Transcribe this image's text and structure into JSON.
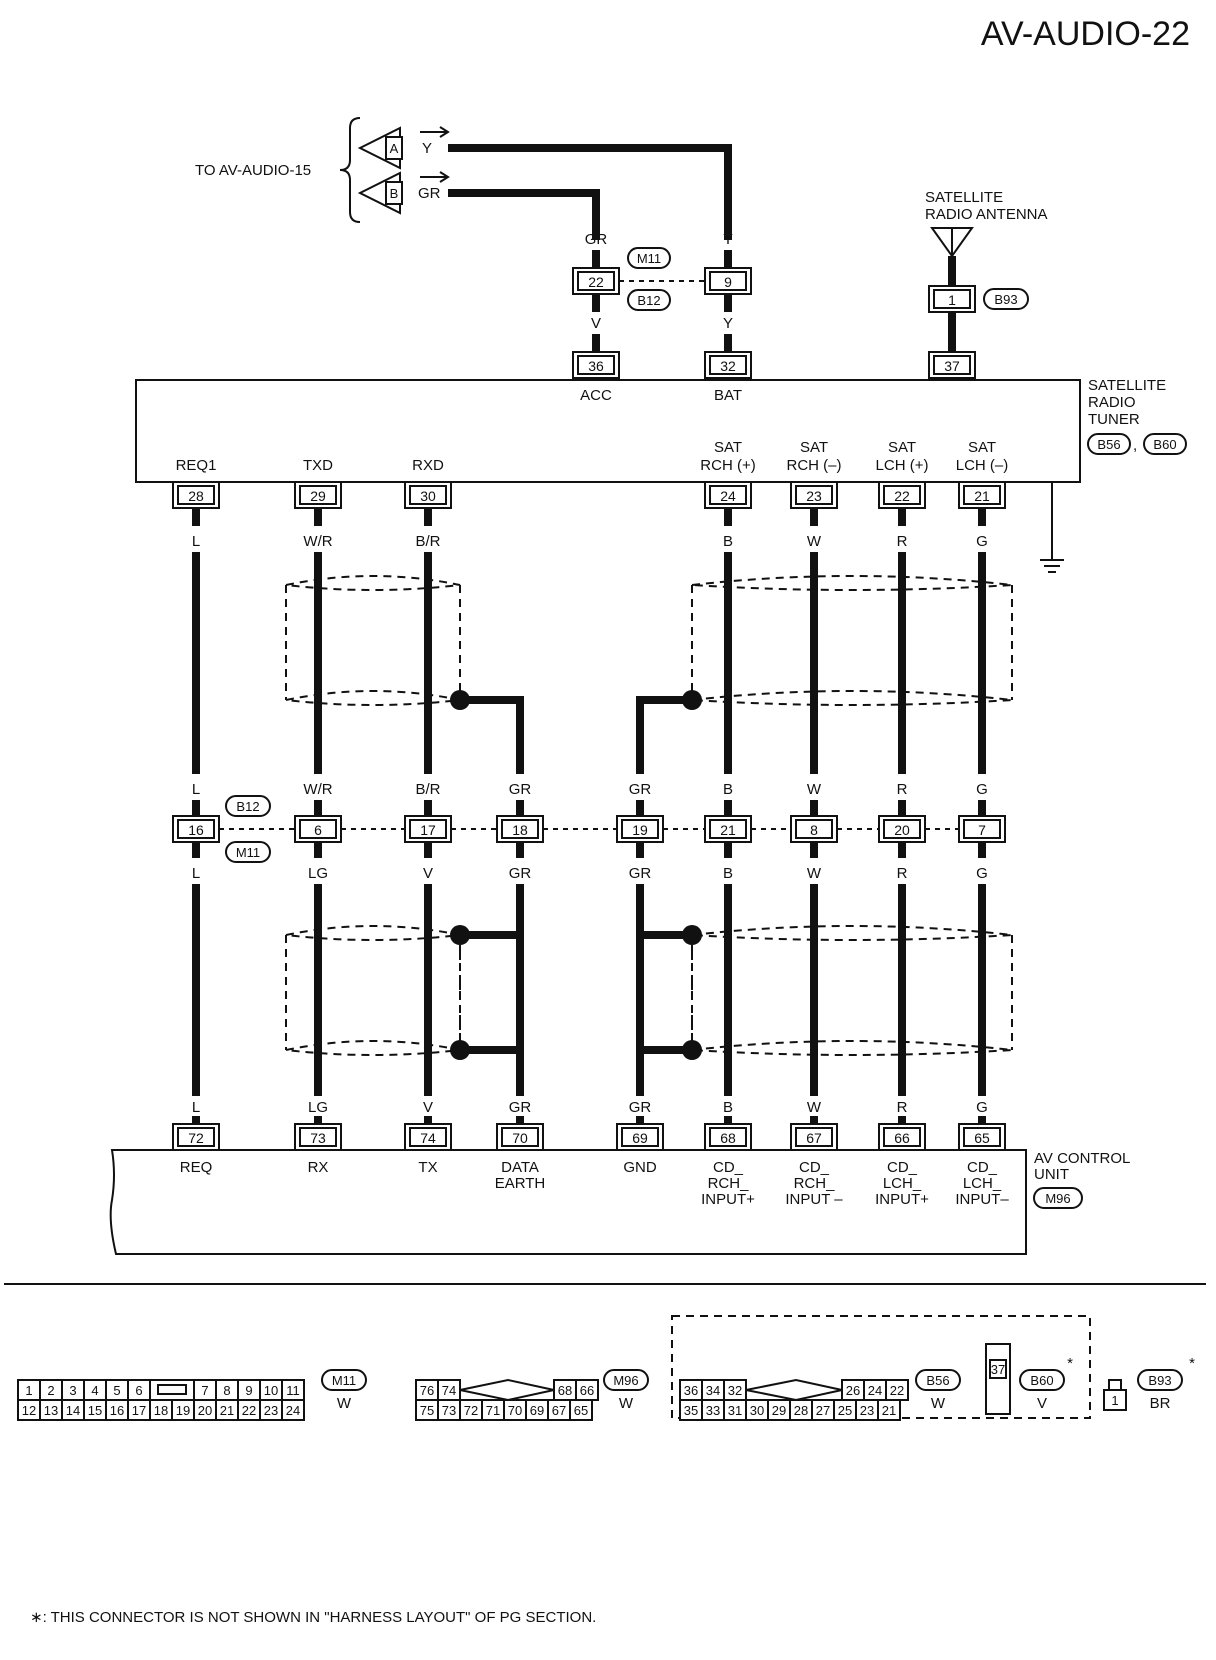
{
  "title": "AV-AUDIO-22",
  "top": {
    "to_ref": "TO AV-AUDIO-15",
    "term_a": "A",
    "term_b": "B",
    "wire_y": "Y",
    "wire_gr": "GR"
  },
  "sat_antenna": {
    "label1": "SATELLITE",
    "label2": "RADIO ANTENNA",
    "pin": "1",
    "conn": "B93"
  },
  "upper_joint": {
    "pin_left": "22",
    "pin_right": "9",
    "conn_top": "M11",
    "conn_bottom": "B12",
    "col1_top": "GR",
    "col1_bottom": "V",
    "col2_top": "Y",
    "col2_bottom": "Y"
  },
  "tuner": {
    "label1": "SATELLITE",
    "label2": "RADIO",
    "label3": "TUNER",
    "conn1": "B56",
    "conn2": "B60",
    "top_pins": [
      {
        "pin": "36",
        "name": "ACC"
      },
      {
        "pin": "32",
        "name": "BAT"
      },
      {
        "pin": "37",
        "name": ""
      }
    ],
    "bottom_pins": [
      {
        "pin": "28",
        "name1": "",
        "name2": "REQ1"
      },
      {
        "pin": "29",
        "name1": "",
        "name2": "TXD"
      },
      {
        "pin": "30",
        "name1": "",
        "name2": "RXD"
      },
      {
        "pin": "24",
        "name1": "SAT",
        "name2": "RCH (+)"
      },
      {
        "pin": "23",
        "name1": "SAT",
        "name2": "RCH (–)"
      },
      {
        "pin": "22",
        "name1": "SAT",
        "name2": "LCH (+)"
      },
      {
        "pin": "21",
        "name1": "SAT",
        "name2": "LCH (–)"
      }
    ]
  },
  "mid_joint": {
    "conn_top": "B12",
    "conn_bottom": "M11",
    "pins": [
      "16",
      "6",
      "17",
      "18",
      "19",
      "21",
      "8",
      "20",
      "7"
    ],
    "colors_upper": [
      "L",
      "W/R",
      "B/R",
      "GR",
      "GR",
      "B",
      "W",
      "R",
      "G"
    ],
    "colors_lower": [
      "L",
      "LG",
      "V",
      "GR",
      "GR",
      "B",
      "W",
      "R",
      "G"
    ]
  },
  "tuner_wire_colors": [
    "L",
    "W/R",
    "B/R",
    "B",
    "W",
    "R",
    "G"
  ],
  "av_unit": {
    "label1": "AV CONTROL",
    "label2": "UNIT",
    "conn": "M96",
    "wire_colors": [
      "L",
      "LG",
      "V",
      "GR",
      "GR",
      "B",
      "W",
      "R",
      "G"
    ],
    "pins": [
      {
        "pin": "72",
        "l1": "REQ",
        "l2": "",
        "l3": ""
      },
      {
        "pin": "73",
        "l1": "RX",
        "l2": "",
        "l3": ""
      },
      {
        "pin": "74",
        "l1": "TX",
        "l2": "",
        "l3": ""
      },
      {
        "pin": "70",
        "l1": "DATA",
        "l2": "EARTH",
        "l3": ""
      },
      {
        "pin": "69",
        "l1": "GND",
        "l2": "",
        "l3": ""
      },
      {
        "pin": "68",
        "l1": "CD_",
        "l2": "RCH_",
        "l3": "INPUT+"
      },
      {
        "pin": "67",
        "l1": "CD_",
        "l2": "RCH_",
        "l3": "INPUT –"
      },
      {
        "pin": "66",
        "l1": "CD_",
        "l2": "LCH_",
        "l3": "INPUT+"
      },
      {
        "pin": "65",
        "l1": "CD_",
        "l2": "LCH_",
        "l3": "INPUT–"
      }
    ]
  },
  "connectors": {
    "m11": {
      "name": "M11",
      "color": "W",
      "row1": [
        "1",
        "2",
        "3",
        "4",
        "5",
        "6",
        "",
        "7",
        "8",
        "9",
        "10",
        "11"
      ],
      "row2": [
        "12",
        "13",
        "14",
        "15",
        "16",
        "17",
        "18",
        "19",
        "20",
        "21",
        "22",
        "23",
        "24"
      ]
    },
    "m96": {
      "name": "M96",
      "color": "W",
      "row1_left": [
        "76",
        "74"
      ],
      "row1_right": [
        "68",
        "66"
      ],
      "row2": [
        "75",
        "73",
        "72",
        "71",
        "70",
        "69",
        "67",
        "65"
      ]
    },
    "b56": {
      "name": "B56",
      "color": "W",
      "row1_left": [
        "36",
        "34",
        "32"
      ],
      "row1_right": [
        "26",
        "24",
        "22"
      ],
      "row2": [
        "35",
        "33",
        "31",
        "30",
        "29",
        "28",
        "27",
        "25",
        "23",
        "21"
      ]
    },
    "b60": {
      "name": "B60",
      "color": "V",
      "pin": "37",
      "star": "*"
    },
    "b93": {
      "name": "B93",
      "color": "BR",
      "pin": "1",
      "star": "*"
    }
  },
  "footnote": "∗: THIS CONNECTOR IS NOT SHOWN IN \"HARNESS LAYOUT\" OF PG SECTION."
}
